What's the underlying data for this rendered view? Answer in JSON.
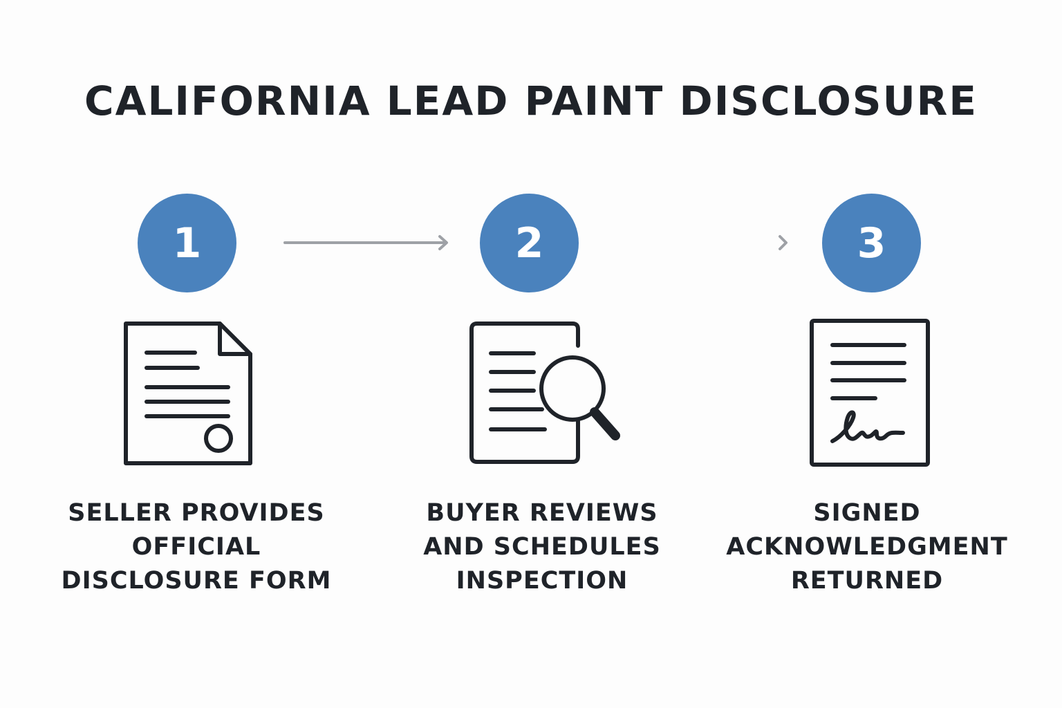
{
  "title": "CALIFORNIA LEAD PAINT DISCLOSURE",
  "colors": {
    "badge": "#4a82bd",
    "text": "#1f2329",
    "connector": "#9ea1a6",
    "icon_stroke": "#1f2329",
    "background": "#fdfdfd"
  },
  "steps": [
    {
      "number": "1",
      "icon": "certificate-document-icon",
      "label_lines": [
        "SELLER PROVIDES",
        "OFFICIAL",
        "DISCLOSURE FORM"
      ]
    },
    {
      "number": "2",
      "icon": "document-search-icon",
      "label_lines": [
        "BUYER REVIEWS",
        "AND SCHEDULES",
        "INSPECTION"
      ]
    },
    {
      "number": "3",
      "icon": "signed-document-icon",
      "label_lines": [
        "SIGNED",
        "ACKNOWLEDGMENT",
        "RETURNED"
      ]
    }
  ]
}
